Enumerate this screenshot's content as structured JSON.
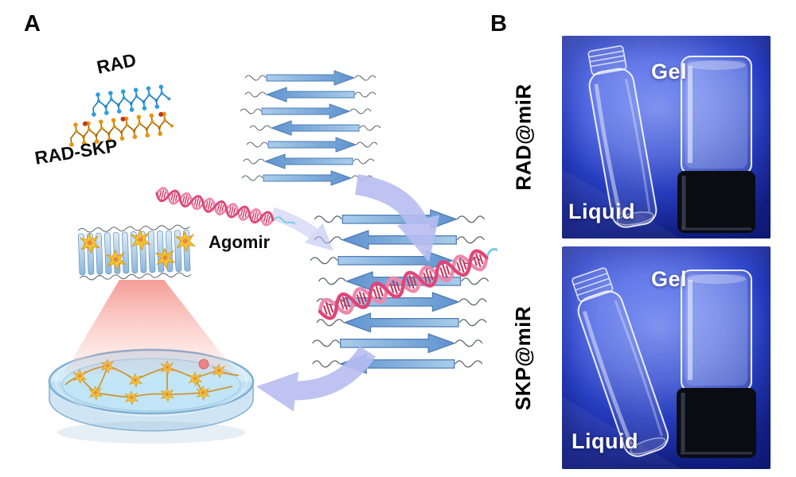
{
  "figure": {
    "panel_a": {
      "label": "A",
      "rad_label": "RAD",
      "rad_skp_label": "RAD-SKP",
      "agomir_label": "Agomir"
    },
    "panel_b": {
      "label": "B",
      "photos": [
        {
          "side_label": "RAD@miR",
          "gel_label": "Gel",
          "liquid_label": "Liquid"
        },
        {
          "side_label": "SKP@miR",
          "gel_label": "Gel",
          "liquid_label": "Liquid"
        }
      ]
    },
    "colors": {
      "photo_background_blue": "#2a43cf",
      "lavender_arrow": "#b7bdf1",
      "beta_sheet_blue": "#6f9fd8",
      "helix_pink": "#e0457a",
      "peptide_blue": "#2e9ee0",
      "peptide_orange": "#e8940a",
      "cell_star_yellow": "#f2c437",
      "dish_blue": "#bfe2f2",
      "beam_red": "#ee5a50"
    }
  }
}
